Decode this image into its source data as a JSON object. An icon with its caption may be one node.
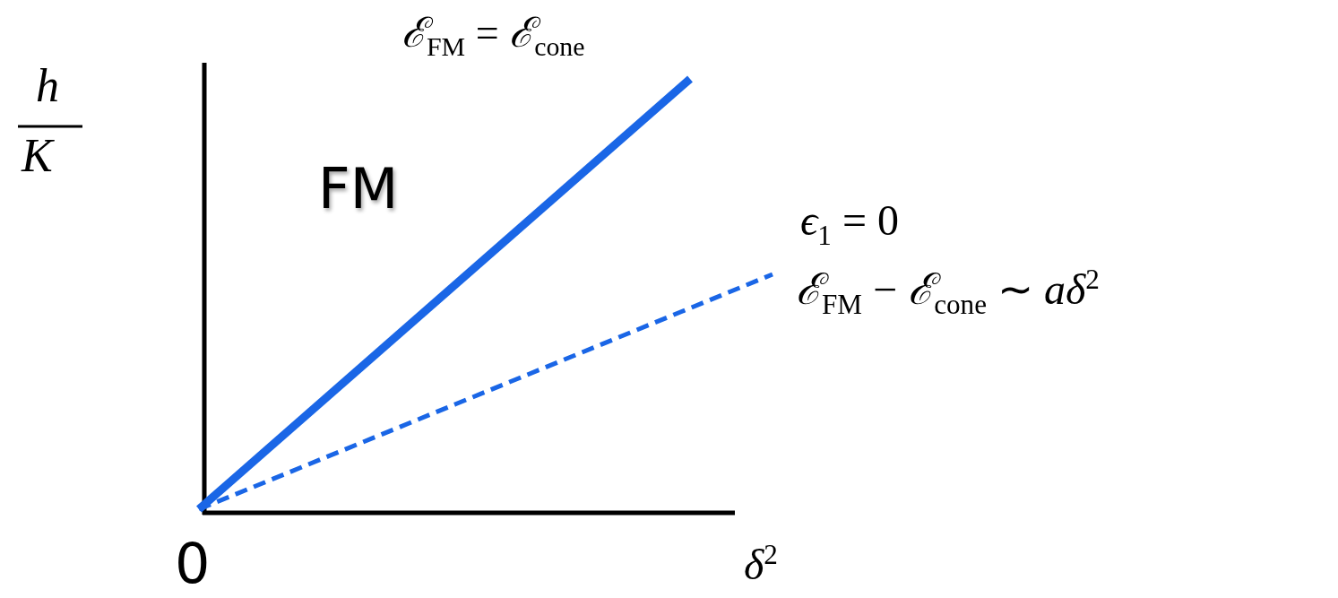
{
  "diagram": {
    "labels": [
      "*h*",
      "*K*",
      "*ℰ*$_{FM}$ = *ℰ*$_{cone}$",
      "FM",
      "*ϵ*$_{1}$ = 0",
      "*ℰ*$_{FM}$ − *ℰ*$_{cone}$ ∼ *aδ*$^{2}$",
      "0",
      "*δ*$^{2}$"
    ]
  }
}
